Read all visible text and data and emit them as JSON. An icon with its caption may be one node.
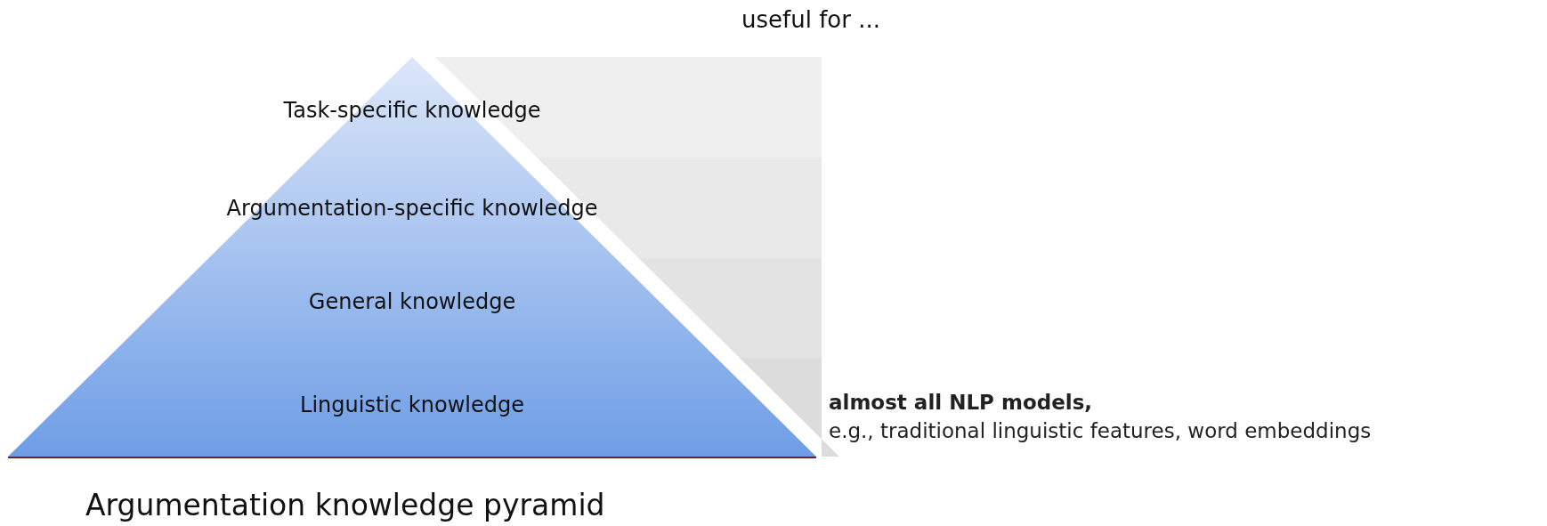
{
  "diagram": {
    "caption": "Argumentation knowledge pyramid",
    "nodes": [
      {
        "text": [
          "Task-specific knowledge"
        ]
      },
      {
        "text": [
          "Argumentation-specific knowledge"
        ]
      },
      {
        "text": [
          "General knowledge"
        ]
      },
      {
        "text": [
          "Linguistic knowledge"
        ]
      },
      {
        "text": [],
        "shape": "box"
      },
      {
        "text": [],
        "shape": "box"
      },
      {
        "text": [],
        "shape": "box"
      },
      {
        "text": [],
        "shape": "box",
        "beside": [
          "**almost all NLP models,**",
          "e.g., traditional linguistic features, word embeddings"
        ]
      }
    ],
    "labels": [
      "useful for ..."
    ]
  }
}
